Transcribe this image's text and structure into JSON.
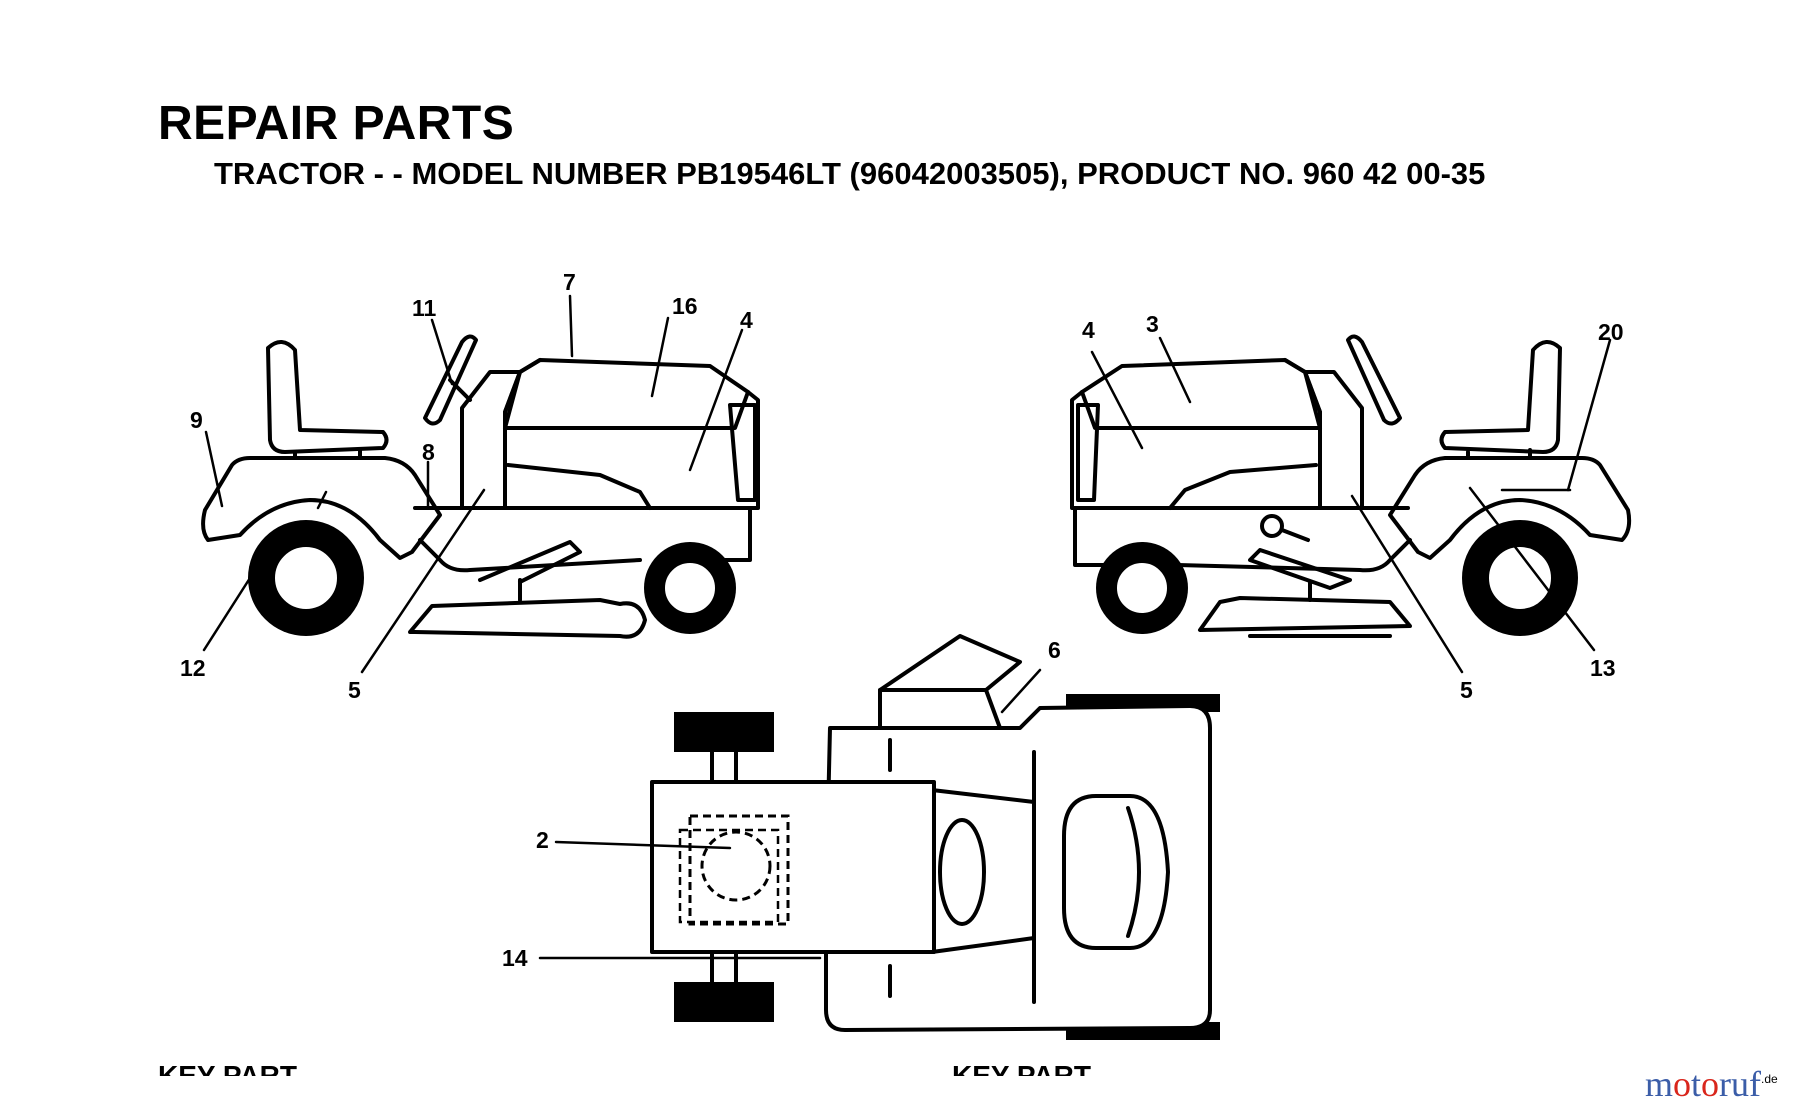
{
  "header": {
    "title": "REPAIR PARTS",
    "subtitle": "TRACTOR - - MODEL NUMBER PB19546LT (96042003505), PRODUCT NO. 960 42 00-35"
  },
  "callouts": {
    "left_view": [
      "7",
      "11",
      "16",
      "4",
      "9",
      "8",
      "12",
      "5"
    ],
    "right_view": [
      "4",
      "3",
      "20",
      "5",
      "13"
    ],
    "top_view": [
      "6",
      "2",
      "14"
    ]
  },
  "footer": {
    "key_left": "KEY   PART",
    "key_right": "KEY   PART"
  },
  "watermark": {
    "brand_m": "m",
    "brand_o1": "o",
    "brand_t": "t",
    "brand_o2": "o",
    "brand_r": "r",
    "brand_u": "u",
    "brand_f": "f",
    "brand_sup": ".de",
    "colors": {
      "m": "#3b5da8",
      "o": "#d9261c",
      "t": "#3b5da8",
      "r": "#3b5da8",
      "u": "#3b5da8",
      "f": "#3b5da8"
    }
  }
}
